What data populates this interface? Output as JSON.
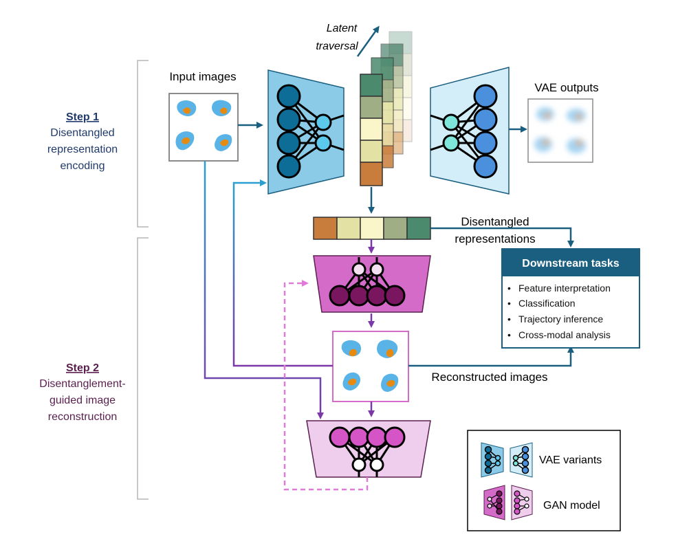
{
  "step1": {
    "title": "Step 1",
    "lines": [
      "Disentangled",
      "representation",
      "encoding"
    ],
    "color": "#1f3a6b"
  },
  "step2": {
    "title": "Step 2",
    "lines": [
      "Disentanglement-",
      "guided image",
      "reconstruction"
    ],
    "color": "#5a1f4e"
  },
  "labels": {
    "input_images": "Input images",
    "vae_outputs": "VAE outputs",
    "latent_traversal_1": "Latent",
    "latent_traversal_2": "traversal",
    "disentangled_1": "Disentangled",
    "disentangled_2": "representations",
    "reconstructed": "Reconstructed images"
  },
  "downstream": {
    "title": "Downstream tasks",
    "items": [
      "Feature interpretation",
      "Classification",
      "Trajectory inference",
      "Cross-modal analysis"
    ],
    "header_color": "#1b5f80"
  },
  "legend": {
    "vae": "VAE variants",
    "gan": "GAN model"
  },
  "colors": {
    "encoder_fill": "#8ccbe8",
    "decoder_fill": "#d4eef9",
    "gan_gen_fill": "#d46bc8",
    "gan_disc_fill": "#efcdec",
    "blue_arrow": "#1b5f80",
    "light_blue_arrow": "#2a9fd0",
    "purple_arrow": "#7a38a8",
    "pink_dashed": "#e07ad8"
  },
  "latent_colors": [
    "#4c8a6e",
    "#9fae85",
    "#e3e2a4",
    "#fbf6c9",
    "#e7e7ad",
    "#c97d3c"
  ],
  "rep_colors": [
    "#c97d3c",
    "#e3e2a4",
    "#fbf6c9",
    "#9fae85",
    "#4c8a6e"
  ]
}
